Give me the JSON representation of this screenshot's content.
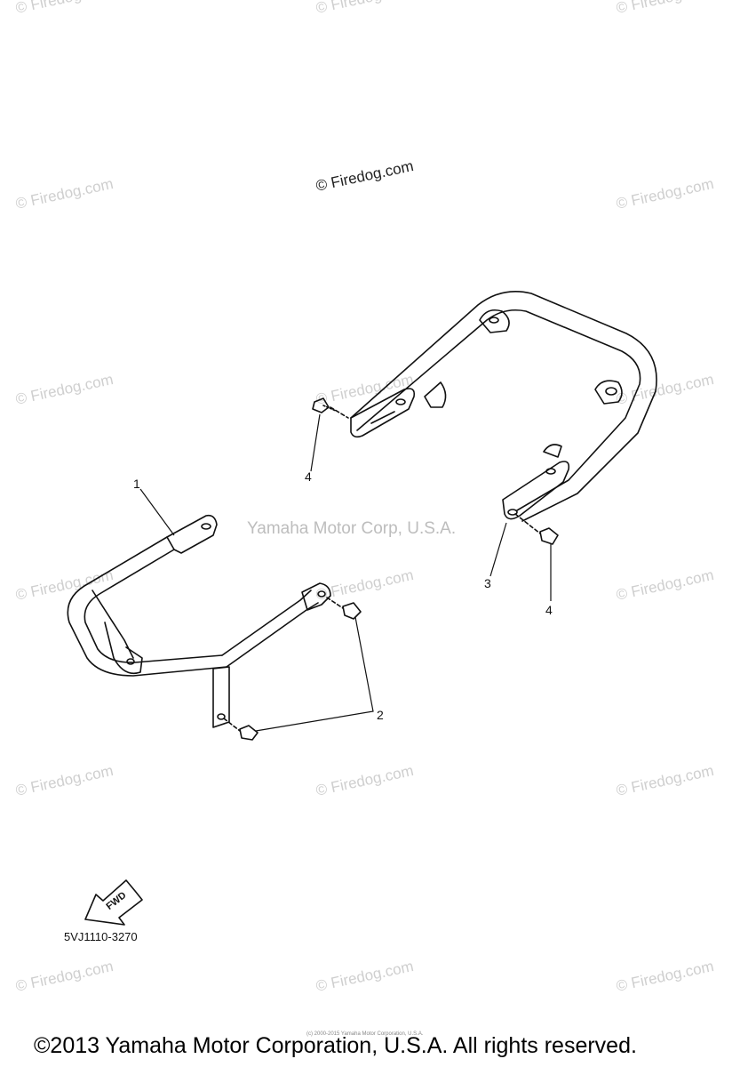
{
  "watermark": {
    "text": "© Firedog.com",
    "main_text": "© Firedog.com",
    "center_text": "Yamaha Motor Corp, U.S.A."
  },
  "callouts": [
    "1",
    "2",
    "3",
    "4",
    "4"
  ],
  "fwd_label": "FWD",
  "part_code": "5VJ1110-3270",
  "fine_print": "(c) 2000-2015 Yamaha Motor Corporation, U.S.A.",
  "copyright": "©2013 Yamaha Motor Corporation, U.S.A. All rights reserved."
}
